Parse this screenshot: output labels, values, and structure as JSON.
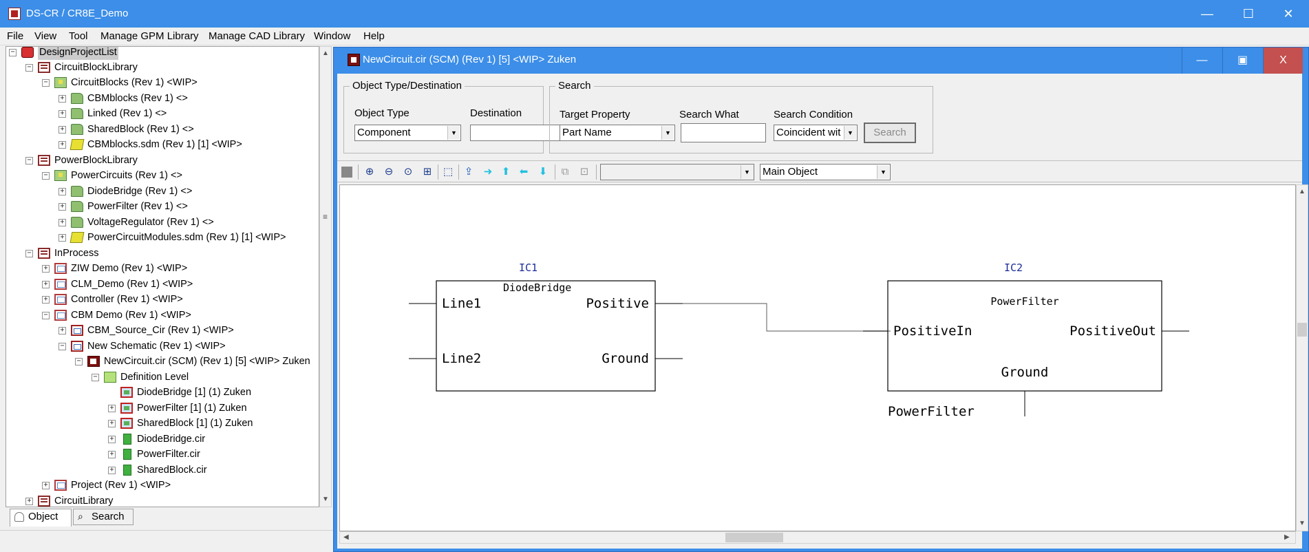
{
  "app": {
    "title": "DS-CR / CR8E_Demo",
    "controls": {
      "minimize": "—",
      "maximize": "☐",
      "close": "✕"
    }
  },
  "menu": [
    "File",
    "View",
    "Tool",
    "Manage GPM Library",
    "Manage CAD Library",
    "Window",
    "Help"
  ],
  "tree": {
    "items": [
      {
        "label": "DesignProjectList",
        "icon": "root-icon",
        "selected": true
      },
      {
        "label": "CircuitBlockLibrary",
        "icon": "library-icon"
      },
      {
        "label": "CircuitBlocks (Rev 1) <WIP>",
        "icon": "folder-green-icon"
      },
      {
        "label": "CBMblocks (Rev 1) <>",
        "icon": "folder-icon"
      },
      {
        "label": "Linked (Rev 1) <>",
        "icon": "folder-icon"
      },
      {
        "label": "SharedBlock (Rev 1) <>",
        "icon": "folder-icon"
      },
      {
        "label": "CBMblocks.sdm (Rev 1) [1] <WIP>",
        "icon": "sdm-icon"
      },
      {
        "label": "PowerBlockLibrary",
        "icon": "library-icon"
      },
      {
        "label": "PowerCircuits (Rev 1) <>",
        "icon": "folder-green-icon"
      },
      {
        "label": "DiodeBridge (Rev 1) <>",
        "icon": "folder-icon"
      },
      {
        "label": "PowerFilter (Rev 1) <>",
        "icon": "folder-icon"
      },
      {
        "label": "VoltageRegulator (Rev 1) <>",
        "icon": "folder-icon"
      },
      {
        "label": "PowerCircuitModules.sdm (Rev 1) [1] <WIP>",
        "icon": "sdm-icon"
      },
      {
        "label": "InProcess",
        "icon": "library-icon"
      },
      {
        "label": "ZIW Demo (Rev 1) <WIP>",
        "icon": "project-icon"
      },
      {
        "label": "CLM_Demo (Rev 1) <WIP>",
        "icon": "project-icon"
      },
      {
        "label": "Controller (Rev 1) <WIP>",
        "icon": "project-icon"
      },
      {
        "label": "CBM Demo (Rev 1) <WIP>",
        "icon": "project-icon"
      },
      {
        "label": "CBM_Source_Cir (Rev 1) <WIP>",
        "icon": "schematic-icon"
      },
      {
        "label": "New Schematic (Rev 1) <WIP>",
        "icon": "schematic-icon"
      },
      {
        "label": "NewCircuit.cir (SCM) (Rev 1) [5] <WIP> Zuken",
        "icon": "scm-icon"
      },
      {
        "label": "Definition Level",
        "icon": "definition-icon"
      },
      {
        "label": "DiodeBridge [1] (1) Zuken",
        "icon": "block-icon"
      },
      {
        "label": "PowerFilter [1] (1) Zuken",
        "icon": "block-icon"
      },
      {
        "label": "SharedBlock [1] (1) Zuken",
        "icon": "block-icon"
      },
      {
        "label": "DiodeBridge.cir",
        "icon": "circuit-icon"
      },
      {
        "label": "PowerFilter.cir",
        "icon": "circuit-icon"
      },
      {
        "label": "SharedBlock.cir",
        "icon": "circuit-icon"
      },
      {
        "label": "Project (Rev 1) <WIP>",
        "icon": "project-icon"
      },
      {
        "label": "CircuitLibrary",
        "icon": "library-icon"
      }
    ],
    "tabs": {
      "object": "Object",
      "search": "Search"
    }
  },
  "child": {
    "title": "NewCircuit.cir (SCM) (Rev 1) [5] <WIP> Zuken",
    "controls": {
      "minimize": "—",
      "maximize": "▣",
      "close": "X"
    },
    "object_group": {
      "title": "Object Type/Destination",
      "object_type_label": "Object Type",
      "object_type_value": "Component",
      "destination_label": "Destination",
      "destination_value": ""
    },
    "search_group": {
      "title": "Search",
      "target_property_label": "Target Property",
      "target_property_value": "Part Name",
      "search_what_label": "Search What",
      "search_what_value": "",
      "search_condition_label": "Search Condition",
      "search_condition_value": "Coincident wit",
      "search_button": "Search"
    },
    "toolbar": {
      "combo_left_value": "",
      "combo_right_value": "Main Object"
    }
  },
  "schematic": {
    "ic1": {
      "ref": "IC1",
      "name": "DiodeBridge",
      "pins": [
        "Line1",
        "Line2",
        "Positive",
        "Ground"
      ]
    },
    "ic2": {
      "ref": "IC2",
      "name": "PowerFilter",
      "pins": [
        "PositiveIn",
        "PositiveOut",
        "Ground"
      ],
      "part_label": "PowerFilter"
    }
  }
}
